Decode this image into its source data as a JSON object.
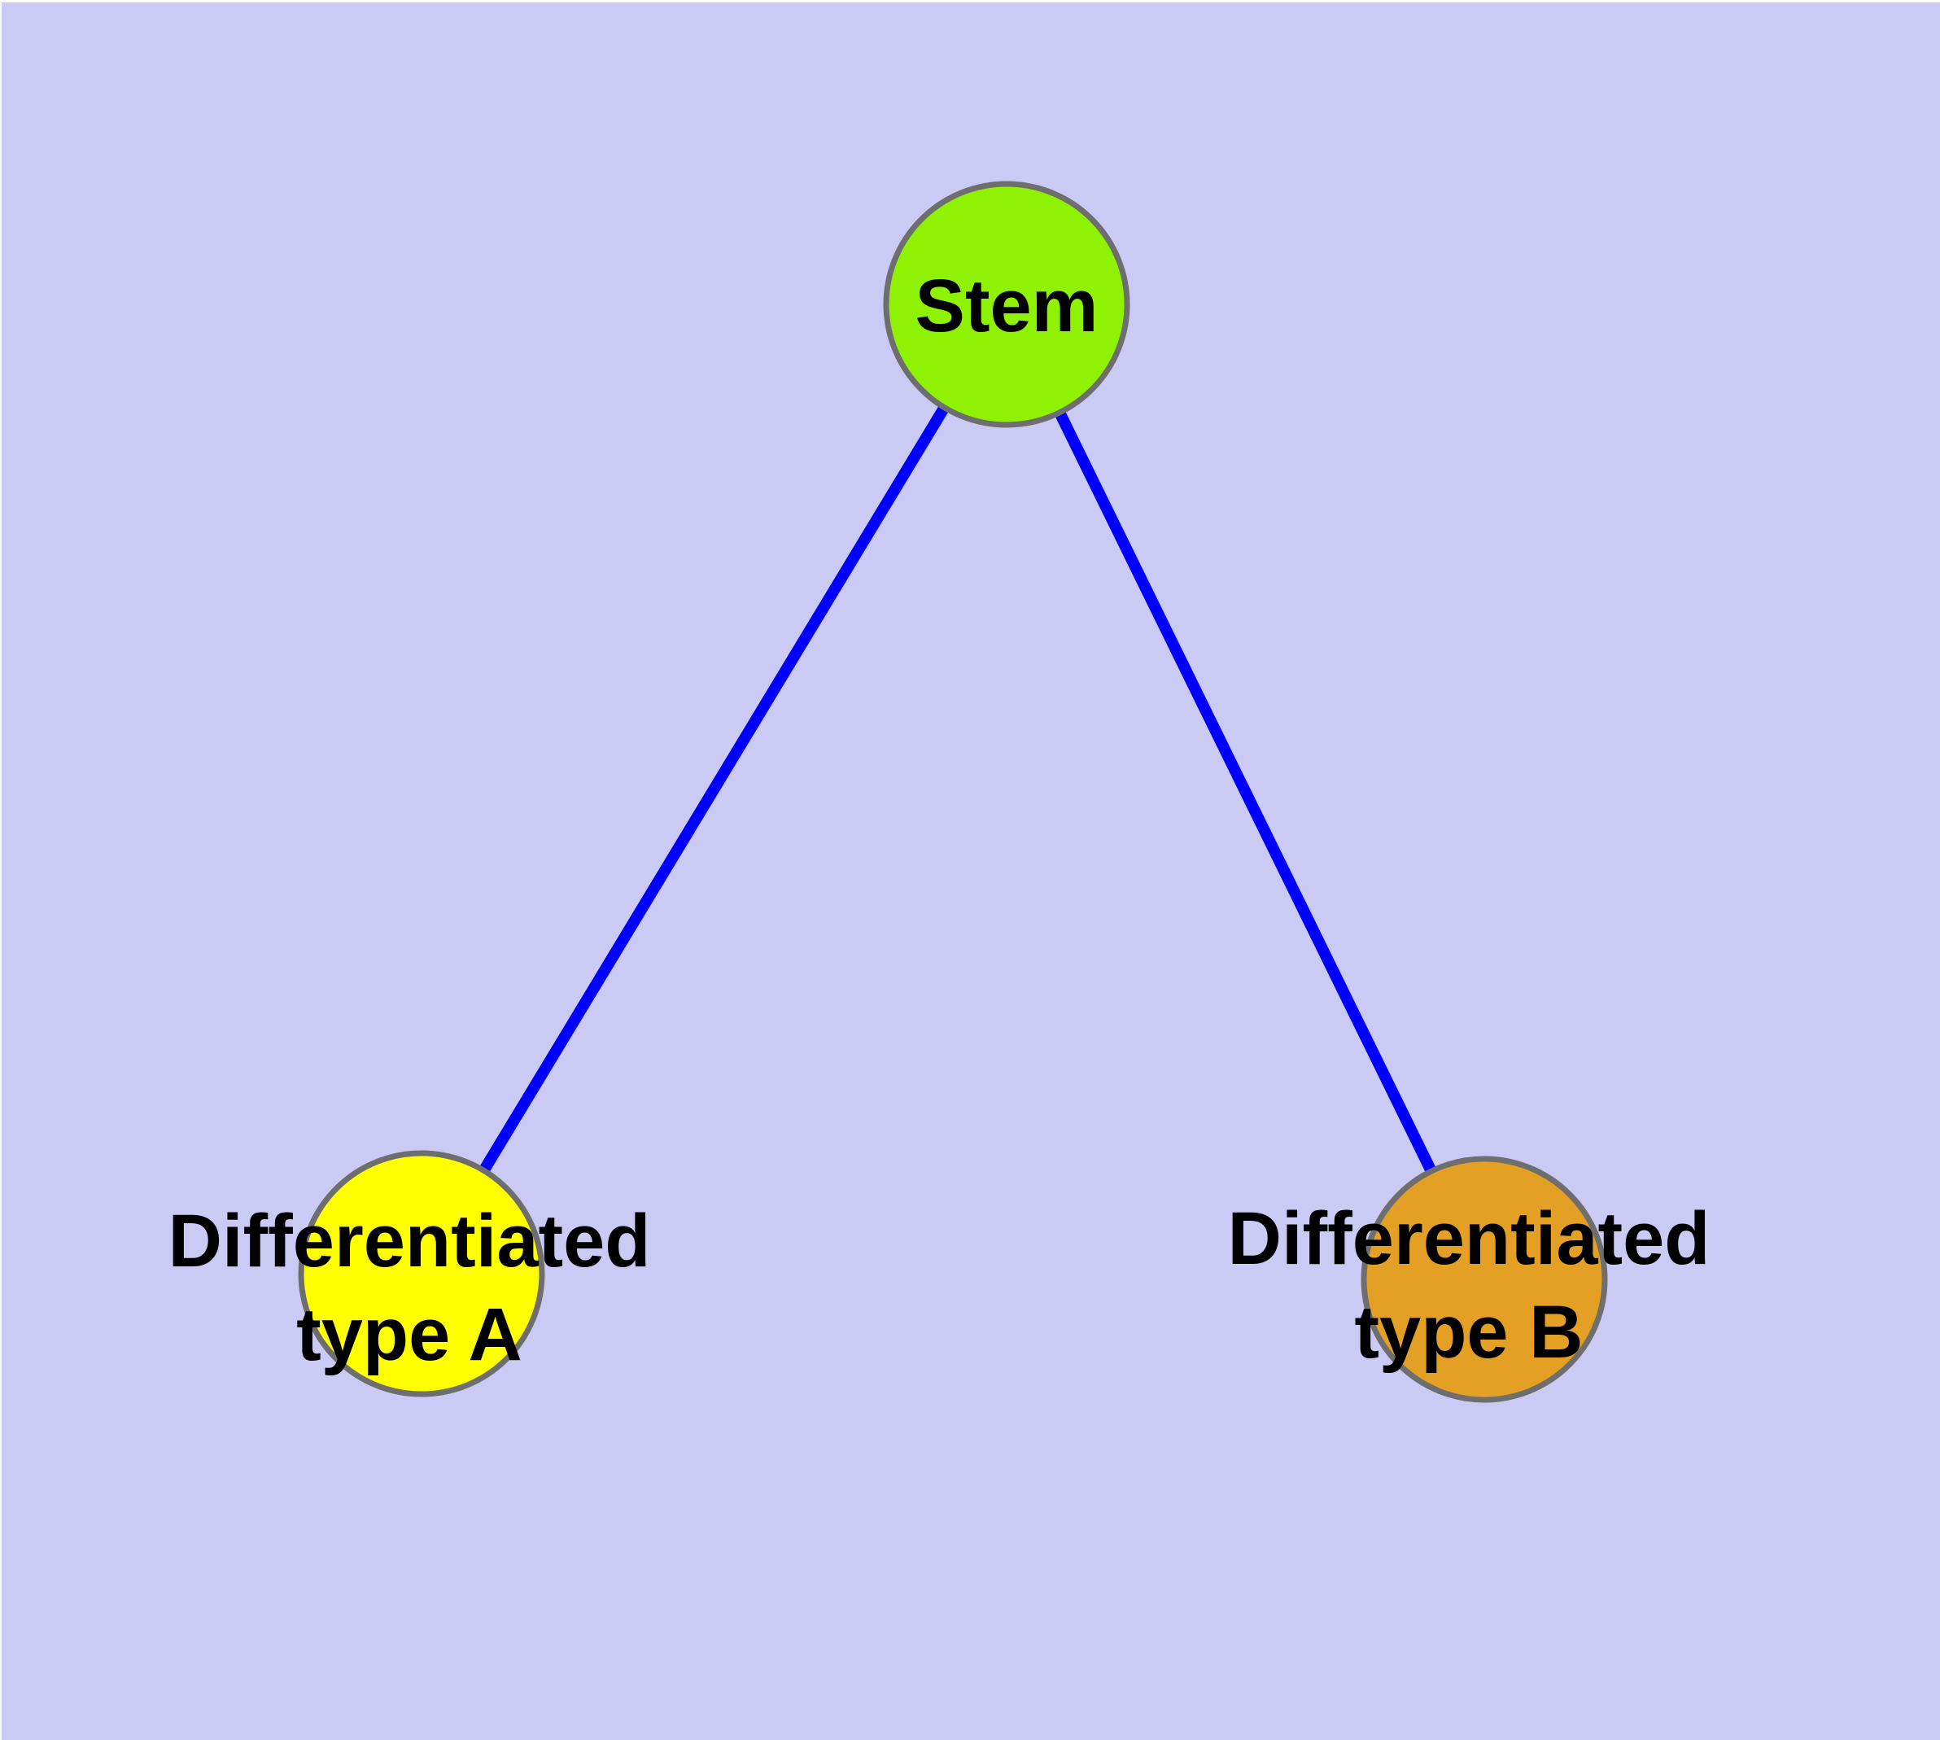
{
  "canvas": {
    "background_color": "#cacaf5",
    "margin_color": "#ffffff"
  },
  "style": {
    "node_border_color": "#6e6e6e",
    "label_color": "#000000",
    "edge_color": "#0000ff",
    "edge_width": "14",
    "node_fill_stem": "#8ef202",
    "node_fill_type_a": "#ffff00",
    "node_fill_type_b": "#e4a024"
  },
  "nodes": {
    "stem": {
      "label": "Stem",
      "fill": "#8ef202"
    },
    "type_a": {
      "label_line1": "Differentiated",
      "label_line2": "type A",
      "fill": "#ffff00"
    },
    "type_b": {
      "label_line1": "Differentiated",
      "label_line2": "type B",
      "fill": "#e4a024"
    }
  },
  "edges": {
    "color": "#0000ff",
    "list": [
      {
        "from": "Stem",
        "to": "Differentiated type A"
      },
      {
        "from": "Stem",
        "to": "Differentiated type B"
      }
    ]
  }
}
